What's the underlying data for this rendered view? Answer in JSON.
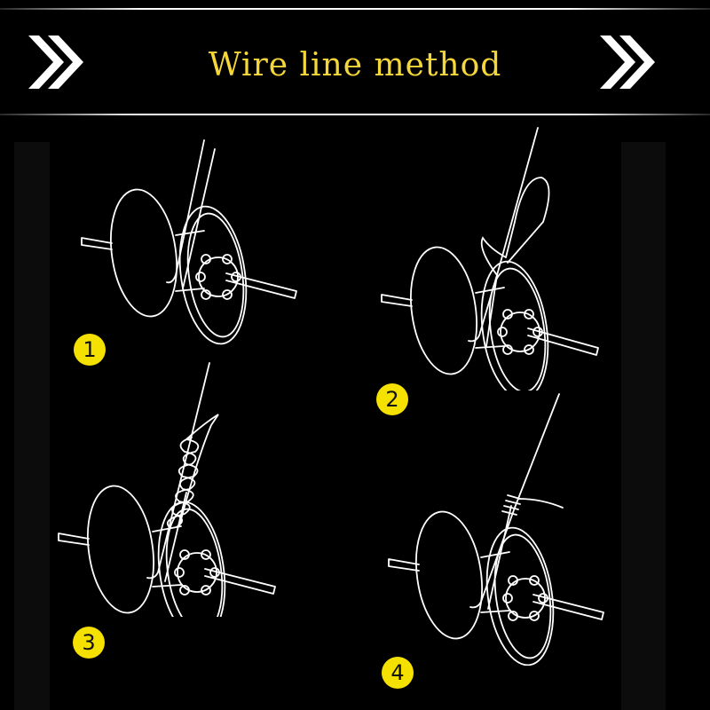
{
  "header": {
    "title": "Wire line method",
    "left_icon": "double-chevron-right-icon",
    "right_icon": "double-chevron-right-icon"
  },
  "steps": [
    {
      "number": "1"
    },
    {
      "number": "2"
    },
    {
      "number": "3"
    },
    {
      "number": "4"
    }
  ],
  "colors": {
    "title": "#f5d73a",
    "badge": "#f5e100",
    "line_art": "#ffffff",
    "background": "#000000"
  }
}
